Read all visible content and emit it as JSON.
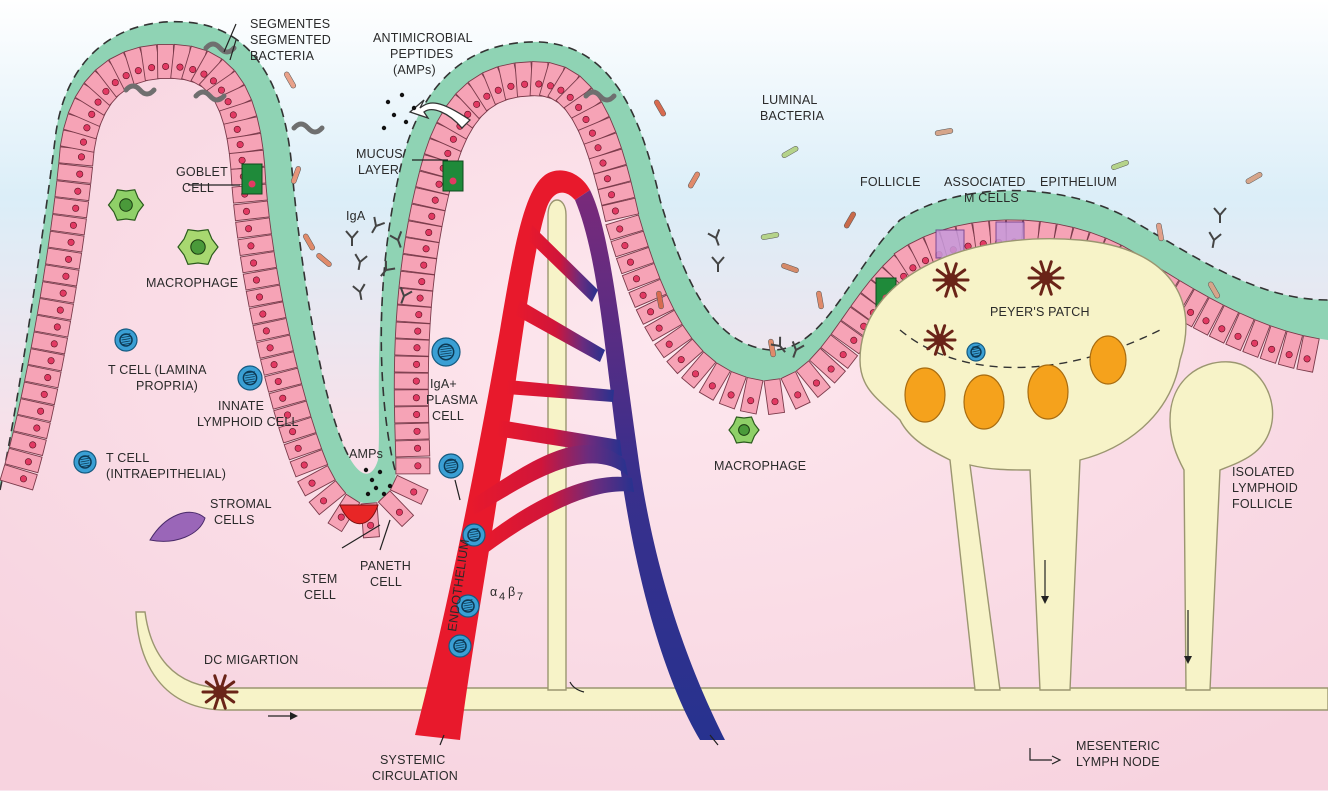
{
  "labels": {
    "segmentes": "SEGMENTES",
    "segmented": "SEGMENTED",
    "bacteria": "BACTERIA",
    "amp_1": "ANTIMICROBIAL",
    "amp_2": "PEPTIDES",
    "amp_3": "(AMPs)",
    "luminal_1": "LUMINAL",
    "luminal_2": "BACTERIA",
    "goblet_1": "GOBLET",
    "goblet_2": "CELL",
    "mucus_1": "MUCUS",
    "mucus_2": "LAYER",
    "iga": "IgA",
    "macrophage_left": "MACROPHAGE",
    "tcell_lp_1": "T CELL (LAMINA",
    "tcell_lp_2": "PROPRIA)",
    "innate_1": "INNATE",
    "innate_2": "LYMPHOID CELL",
    "tcell_ie_1": "T CELL",
    "tcell_ie_2": "(INTRAEPITHELIAL)",
    "stromal_1": "STROMAL",
    "stromal_2": "CELLS",
    "stem_1": "STEM",
    "stem_2": "CELL",
    "paneth_1": "PANETH",
    "paneth_2": "CELL",
    "amps_crypt": "AMPs",
    "iga_plasma_1": "IgA+",
    "iga_plasma_2": "PLASMA",
    "iga_plasma_3": "CELL",
    "endothelium": "ENDOTHELIUM",
    "alpha": "α",
    "alpha_sub": "4",
    "beta": "β",
    "beta_sub": "7",
    "dc_migration": "DC MIGARTION",
    "systemic_1": "SYSTEMIC",
    "systemic_2": "CIRCULATION",
    "macrophage_mid": "MACROPHAGE",
    "follicle": "FOLLICLE",
    "associated": "ASSOCIATED",
    "epithelium": "EPITHELIUM",
    "m_cells": "M CELLS",
    "peyers_patch": "PEYER'S PATCH",
    "isolated_1": "ISOLATED",
    "isolated_2": "LYMPHOID",
    "isolated_3": "FOLLICLE",
    "mesenteric_1": "MESENTERIC",
    "mesenteric_2": "LYMPH NODE"
  },
  "colors": {
    "lumen": "#dcecf6",
    "tissue": "#f9dde6",
    "mucus": "#8fd3b4",
    "epithelial_cell": "#f6a3b6",
    "nucleus": "#e23a63",
    "goblet": "#1f8a3a",
    "artery": "#e8192c",
    "vein": "#27328f",
    "lymph": "#f7f3c8",
    "follicle_germinal": "#f5a21c",
    "immune_cell": "#3a9fd4",
    "dendritic_cell": "#6a2418",
    "m_cell": "#c79adb",
    "stromal": "#9a66b8",
    "stem_cell": "#e82626"
  }
}
